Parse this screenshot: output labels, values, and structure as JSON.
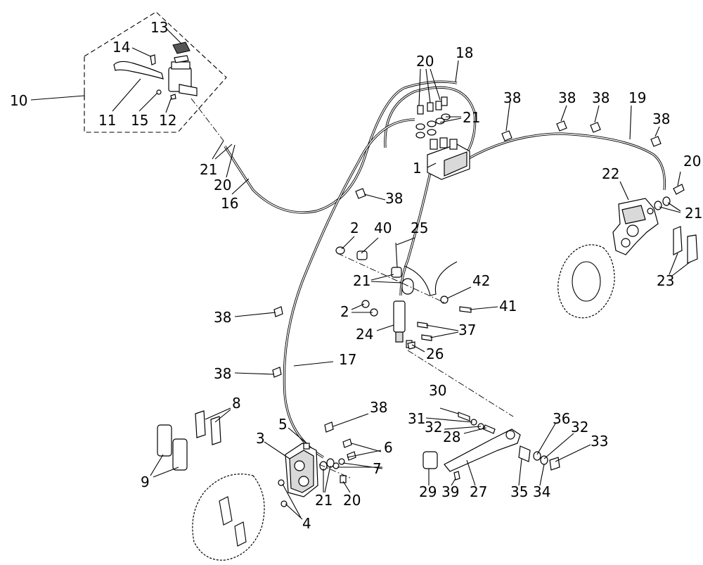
{
  "callouts": {
    "c1": "1",
    "c2a": "2",
    "c2b": "2",
    "c3": "3",
    "c4": "4",
    "c5": "5",
    "c6": "6",
    "c7": "7",
    "c8": "8",
    "c9": "9",
    "c10": "10",
    "c11": "11",
    "c12": "12",
    "c13": "13",
    "c14": "14",
    "c15": "15",
    "c16": "16",
    "c17": "17",
    "c18": "18",
    "c19": "19",
    "c20a": "20",
    "c20b": "20",
    "c20c": "20",
    "c20d": "20",
    "c21a": "21",
    "c21b": "21",
    "c21c": "21",
    "c21d": "21",
    "c21e": "21",
    "c22": "22",
    "c23": "23",
    "c24": "24",
    "c25": "25",
    "c26": "26",
    "c27": "27",
    "c28": "28",
    "c29": "29",
    "c30": "30",
    "c31": "31",
    "c32a": "32",
    "c32b": "32",
    "c33": "33",
    "c34": "34",
    "c35": "35",
    "c36": "36",
    "c37": "37",
    "c38a": "38",
    "c38b": "38",
    "c38c": "38",
    "c38d": "38",
    "c38e": "38",
    "c38f": "38",
    "c38g": "38",
    "c38h": "38",
    "c39": "39",
    "c40": "40",
    "c41": "41",
    "c42": "42"
  }
}
